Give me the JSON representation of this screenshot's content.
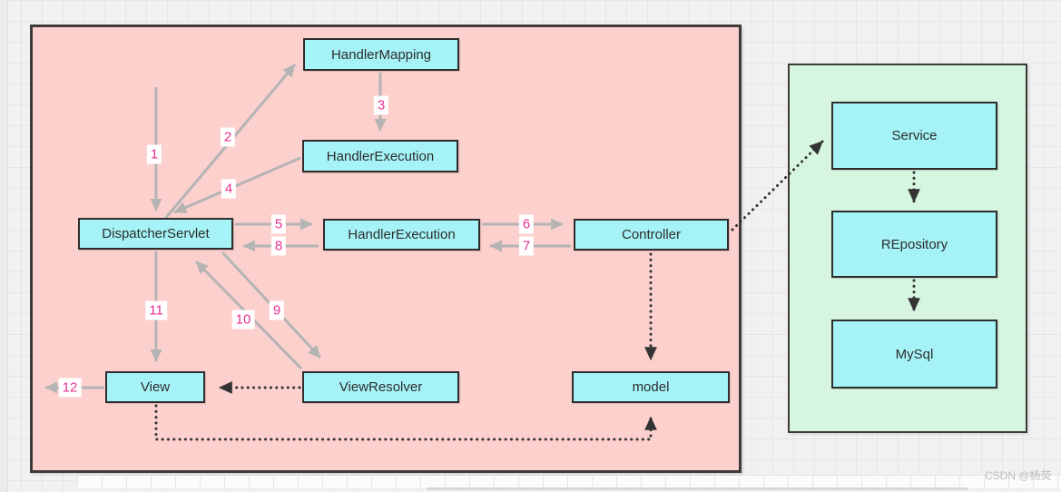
{
  "watermark": "CSDN @杨荧",
  "colors": {
    "mvc_panel_fill": "#fcd0cd",
    "backend_panel_fill": "#d6f6e1",
    "node_fill": "#a5f3f7",
    "node_border": "#2e2c2c",
    "solid_arrow": "#b4b4b4",
    "dotted_arrow": "#333333",
    "step_label": "#ea2f92"
  },
  "mvc_panel": {
    "boxes": {
      "handler_mapping": "HandlerMapping",
      "handler_execution_top": "HandlerExecution",
      "dispatcher_servlet": "DispatcherServlet",
      "handler_execution_mid": "HandlerExecution",
      "controller": "Controller",
      "view": "View",
      "view_resolver": "ViewResolver",
      "model": "model"
    },
    "steps": [
      "1",
      "2",
      "3",
      "4",
      "5",
      "6",
      "7",
      "8",
      "9",
      "10",
      "11",
      "12"
    ]
  },
  "backend_panel": {
    "boxes": {
      "service": "Service",
      "repository": "REpository",
      "mysql": "MySql"
    }
  }
}
